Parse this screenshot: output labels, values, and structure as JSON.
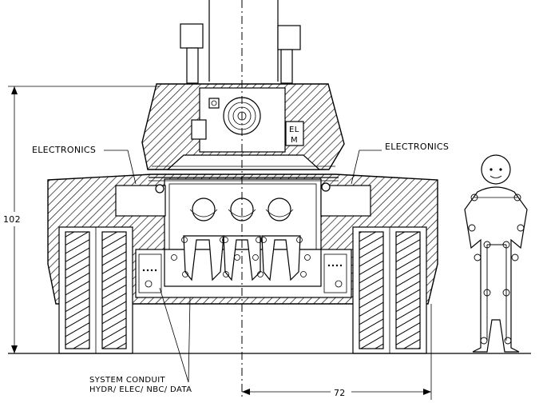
{
  "labels": {
    "electronics_left": "ELECTRONICS",
    "electronics_right": "ELECTRONICS",
    "elm_line1": "EL",
    "elm_line2": "M",
    "conduit_line1": "SYSTEM CONDUIT",
    "conduit_line2": "HYDR/ ELEC/ NBC/ DATA",
    "height_dimension": "102",
    "width_dimension": "72"
  }
}
